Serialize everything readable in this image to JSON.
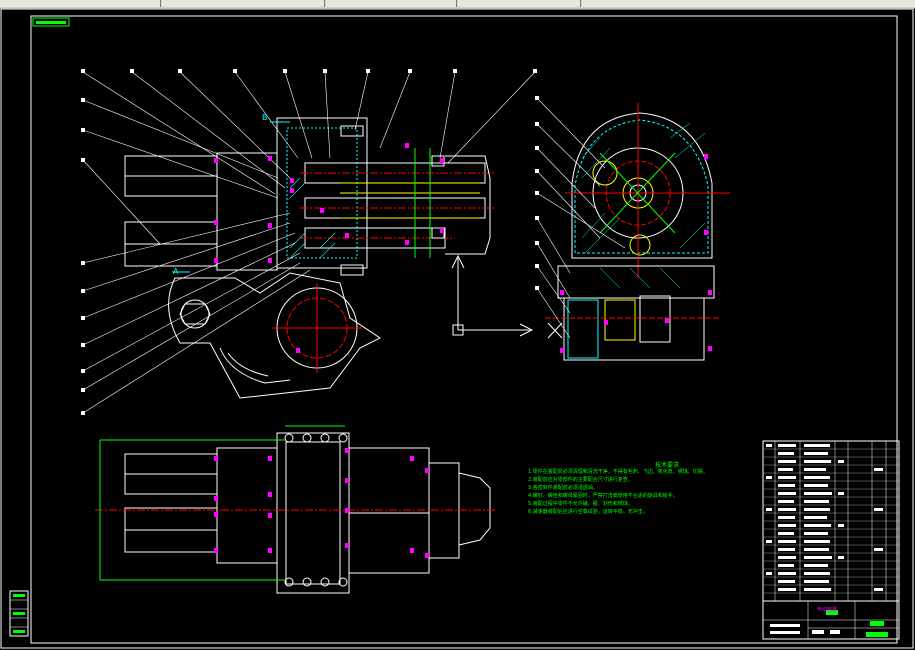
{
  "window": {
    "tabs": [
      {
        "label": ""
      },
      {
        "label": ""
      },
      {
        "label": ""
      },
      {
        "label": ""
      },
      {
        "label": ""
      }
    ]
  },
  "drawing": {
    "background": "#000000",
    "colors": {
      "outline": "#ffffff",
      "dimension": "#00ff00",
      "centerline": "#ff0000",
      "hatch": "#00ffff",
      "label": "#ff00ff",
      "hidden": "#ffff00"
    },
    "section_marks": [
      "B",
      "A"
    ],
    "notes_title": "技术要求",
    "notes": [
      "1.零件在装配前必须清理和清洗干净，不得有毛刺、飞边、氧化皮、锈蚀、切屑。",
      "2.装配前应对零部件的主要配合尺寸进行复查。",
      "3.各密封件装配前必须浸透油。",
      "4.螺钉、螺栓和螺母紧固时，严禁打击或使用不合适的旋具和扳手。",
      "5.装配过程中零件不允许磕、碰、划伤和锈蚀。",
      "6.减速器装配后应进行空载试验，运转平稳，无冲击。"
    ],
    "title_block": {
      "name": "传动装置",
      "scale": "1:1"
    }
  }
}
